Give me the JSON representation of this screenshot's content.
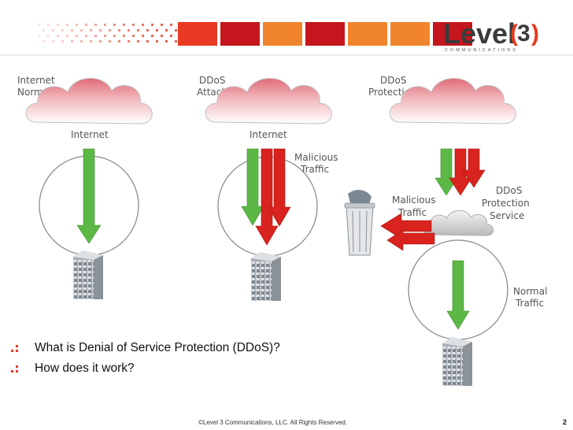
{
  "header": {
    "logo_text": "Level",
    "logo_number": "3",
    "logo_tagline": "COMMUNICATIONS",
    "color_bar": [
      "#e83a22",
      "#c4161c",
      "#f0852d",
      "#c4161c",
      "#f0852d",
      "#f0852d",
      "#c4161c"
    ]
  },
  "diagram": {
    "panel1": {
      "title_line1": "Internet",
      "title_line2": "Normal",
      "cloud_label": "Internet"
    },
    "panel2": {
      "title_line1": "DDoS",
      "title_line2": "Attack",
      "cloud_label": "Internet",
      "malicious_line1": "Malicious",
      "malicious_line2": "Traffic"
    },
    "panel3": {
      "title_line1": "DDoS",
      "title_line2": "Protection",
      "malicious_line1": "Malicious",
      "malicious_line2": "Traffic",
      "service_line1": "DDoS",
      "service_line2": "Protection",
      "service_line3": "Service",
      "normal_line1": "Normal",
      "normal_line2": "Traffic"
    },
    "colors": {
      "good_arrow": "#5cb845",
      "bad_arrow": "#d9231f",
      "cloud_pink": "#e58b92"
    }
  },
  "bullets": [
    "What is Denial of Service Protection (DDoS)?",
    "How does it work?"
  ],
  "footer": "©Level 3 Communications, LLC.  All Rights Reserved.",
  "page_number": "2"
}
